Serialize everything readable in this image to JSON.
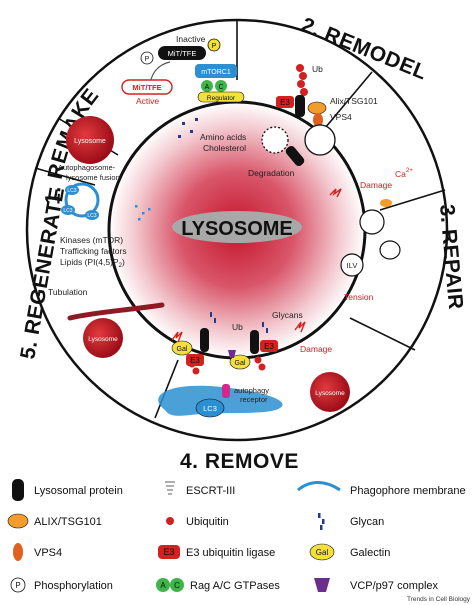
{
  "sections": {
    "s1": "1. REMAKE",
    "s2": "2. REMODEL",
    "s3": "3. REPAIR",
    "s4": "4. REMOVE",
    "s5": "5. REGENERATE"
  },
  "center": {
    "title": "LYSOSOME"
  },
  "remake": {
    "inactive": "Inactive",
    "mit_tfe_top": "MiT/TFE",
    "mit_tfe_bottom": "MiT/TFE",
    "active": "Active",
    "mtorc1": "mTORC1",
    "rag_a": "A",
    "rag_c": "C",
    "regulator": "Regulator",
    "p": "P",
    "amino": "Amino acids",
    "cholesterol": "Cholesterol",
    "lysosome": "Lysosome"
  },
  "remodel": {
    "ub": "Ub",
    "e3": "E3",
    "alix": "Alix/TSG101",
    "vps4": "VPS4",
    "degradation": "Degradation"
  },
  "repair": {
    "damage": "Damage",
    "ca": "Ca",
    "ca_sup": "2+",
    "ilv": "ILV",
    "tension": "Tension"
  },
  "remove": {
    "glycans": "Glycans",
    "ub": "Ub",
    "gal1": "Gal",
    "gal2": "Gal",
    "e3a": "E3",
    "e3b": "E3",
    "damage": "Damage",
    "lc3": "LC3",
    "receptor_1": "autophagy",
    "receptor_2": "receptor",
    "lysosome": "Lysosome"
  },
  "regenerate": {
    "fusion_1": "Autophagosome-",
    "fusion_2": "lysosome fusion",
    "lc3a": "LC3",
    "lc3b": "LC3",
    "lc3c": "LC3",
    "kinases": "Kinases (mTOR)",
    "trafficking": "Trafficking factors",
    "lipids": "Lipids (PI(4,5)P",
    "lipids_sub": "2",
    "lipids_end": ")",
    "tubulation": "Tubulation",
    "lysosome": "Lysosome"
  },
  "legend": {
    "items": [
      {
        "label": "Lysosomal protein",
        "icon": "lysosomal-protein-icon"
      },
      {
        "label": "ESCRT-III",
        "icon": "escrt-iii-icon"
      },
      {
        "label": "Phagophore membrane",
        "icon": "phagophore-membrane-icon"
      },
      {
        "label": "ALIX/TSG101",
        "icon": "alix-icon"
      },
      {
        "label": "Ubiquitin",
        "icon": "ubiquitin-icon"
      },
      {
        "label": "Glycan",
        "icon": "glycan-icon"
      },
      {
        "label": "VPS4",
        "icon": "vps4-icon"
      },
      {
        "label": "E3 ubiquitin ligase",
        "icon": "e3-icon",
        "badge": "E3"
      },
      {
        "label": "Galectin",
        "icon": "galectin-icon",
        "badge": "Gal"
      },
      {
        "label": "Phosphorylation",
        "icon": "phosphorylation-icon",
        "badge": "P"
      },
      {
        "label": "Rag A/C GTPases",
        "icon": "rag-icon",
        "badge_a": "A",
        "badge_c": "C"
      },
      {
        "label": "VCP/p97 complex",
        "icon": "vcp-icon"
      }
    ]
  },
  "credit": "Trends in Cell Biology",
  "colors": {
    "red": "#d01e24",
    "orange": "#f39c2e",
    "yellow": "#f3e03b",
    "green": "#3fb449",
    "blue": "#2c8fd1",
    "purple": "#6b2d8e",
    "grey": "#b8b8b8"
  }
}
